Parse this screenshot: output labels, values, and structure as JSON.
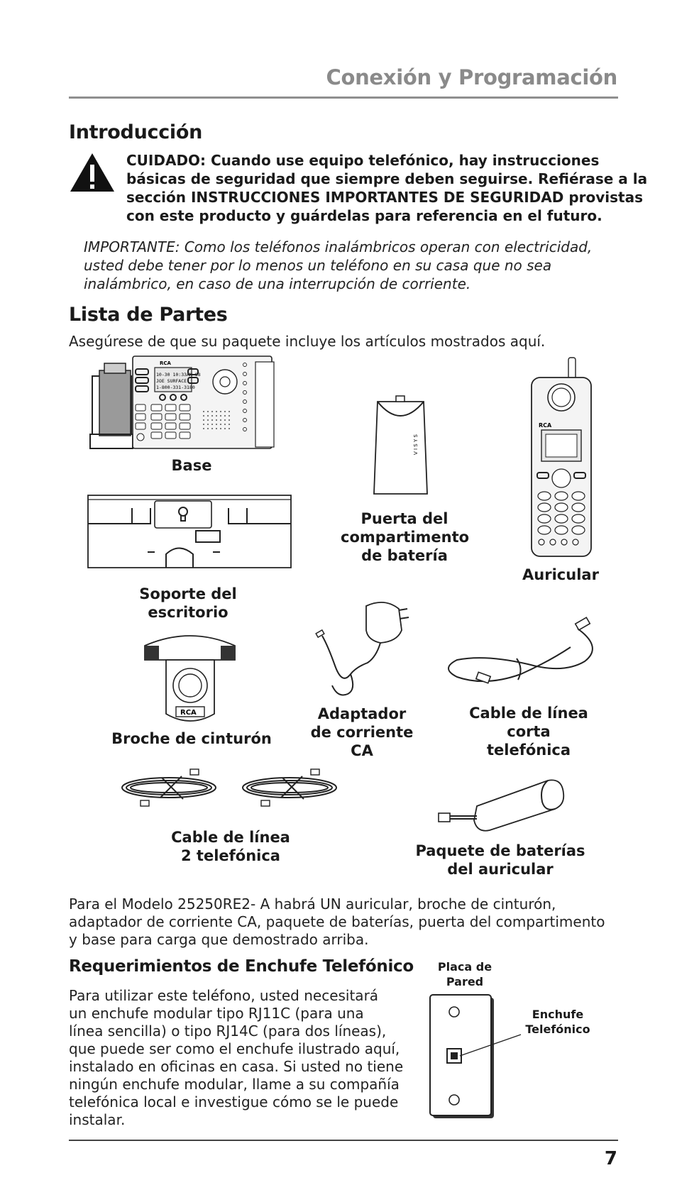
{
  "header": {
    "section_title": "Conexión y Programación"
  },
  "intro": {
    "heading": "Introducción",
    "caution_lines": [
      "CUIDADO: Cuando use equipo telefónico, hay instrucciones",
      "básicas de seguridad que siempre deben seguirse. Refiérase a la",
      "sección INSTRUCCIONES IMPORTANTES DE SEGURIDAD provistas",
      "con este producto y guárdelas para referencia en el futuro."
    ],
    "important_lines": [
      "IMPORTANTE: Como los teléfonos inalámbricos operan con electricidad,",
      "usted debe tener por lo menos un teléfono en su casa que no sea",
      "inalámbrico, en caso de una interrupción de corriente."
    ]
  },
  "parts": {
    "heading": "Lista de Partes",
    "intro": "Asegúrese de que su paquete incluye los artículos mostrados aquí.",
    "base_screen": [
      "10-30 10:33AM 88",
      "JOE SURFACE",
      "1-800-331-3180"
    ],
    "brand": "RCA",
    "labels": {
      "base": "Base",
      "battery_door": [
        "Puerta del",
        "compartimento",
        "de batería"
      ],
      "handset": "Auricular",
      "desk_stand": [
        "Soporte del",
        "escritorio"
      ],
      "belt_clip": "Broche de cinturón",
      "ac_adapter": [
        "Adaptador",
        "de corriente",
        "CA"
      ],
      "short_cord": [
        "Cable de línea corta",
        "telefónica"
      ],
      "line_cord": [
        "Cable de línea",
        "2 telefónica"
      ],
      "battery_pack": [
        "Paquete de baterías",
        "del auricular"
      ]
    }
  },
  "model_note": {
    "lines": [
      "Para el Modelo 25250RE2- A habrá UN auricular, broche de cinturón,",
      "adaptador de corriente CA, paquete de baterías, puerta del compartimento",
      "y base para carga que demostrado arriba."
    ]
  },
  "jack": {
    "heading": "Requerimientos de Enchufe Telefónico",
    "lines": [
      "Para utilizar este teléfono, usted necesitará",
      "un enchufe modular tipo RJ11C (para una",
      "línea sencilla) o tipo RJ14C (para dos líneas),",
      "que puede ser como el enchufe ilustrado aquí,",
      "instalado en oficinas en casa. Si usted no tiene",
      "ningún enchufe modular, llame a su compañía",
      "telefónica local e investigue cómo se le puede",
      "instalar."
    ],
    "wall_plate_label": [
      "Placa de",
      "Pared"
    ],
    "jack_label": [
      "Enchufe",
      "Telefónico"
    ]
  },
  "footer": {
    "page_number": "7"
  }
}
